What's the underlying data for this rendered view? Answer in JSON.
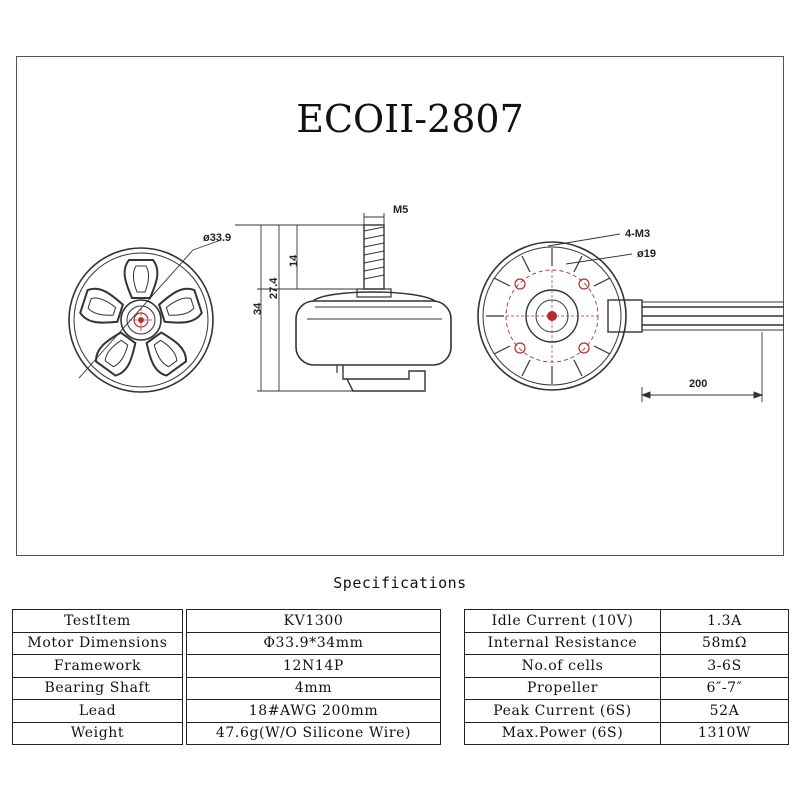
{
  "drawing": {
    "title": "ECOII-2807",
    "labels": {
      "front_diameter": "ø33.9",
      "shaft_thread": "M5",
      "shaft_length": "14",
      "body_height": "27.4",
      "total_height": "34",
      "mount_holes": "4-M3",
      "mount_circle": "ø19",
      "wire_length": "200"
    }
  },
  "specifications": {
    "title": "Specifications",
    "rows": [
      {
        "label": "TestItem",
        "value": "KV1300",
        "label2": "Idle Current (10V)",
        "value2": "1.3A"
      },
      {
        "label": "Motor Dimensions",
        "value": "Φ33.9*34mm",
        "label2": "Internal Resistance",
        "value2": "58mΩ"
      },
      {
        "label": "Framework",
        "value": "12N14P",
        "label2": "No.of cells",
        "value2": "3-6S"
      },
      {
        "label": "Bearing Shaft",
        "value": "4mm",
        "label2": "Propeller",
        "value2": "6″-7″"
      },
      {
        "label": "Lead",
        "value": "18#AWG 200mm",
        "label2": "Peak Current (6S)",
        "value2": "52A"
      },
      {
        "label": "Weight",
        "value": "47.6g(W/O Silicone Wire)",
        "label2": "Max.Power (6S)",
        "value2": "1310W"
      }
    ]
  }
}
